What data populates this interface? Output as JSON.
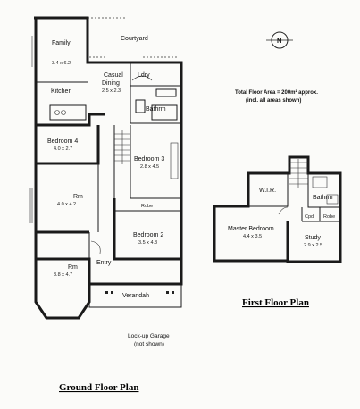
{
  "plans": {
    "ground": {
      "title": "Ground Floor Plan",
      "rooms": {
        "family": {
          "name": "Family",
          "size": "3.4 x 6.2"
        },
        "courtyard": {
          "name": "Courtyard"
        },
        "kitchen": {
          "name": "Kitchen"
        },
        "casual_dining": {
          "name": "Casual\nDining",
          "size": "2.5 x 2.3"
        },
        "laundry": {
          "name": "Ldry"
        },
        "bathroom": {
          "name": "Bathrm"
        },
        "bedroom4": {
          "name": "Bedroom 4",
          "size": "4.0 x 2.7"
        },
        "bedroom3": {
          "name": "Bedroom 3",
          "size": "2.8 x 4.5"
        },
        "rm_upper": {
          "name": "Rm",
          "size": "4.0 x 4.2"
        },
        "robe": {
          "name": "Robe"
        },
        "bedroom2": {
          "name": "Bedroom 2",
          "size": "3.5 x 4.8"
        },
        "rm_lower": {
          "name": "Rm",
          "size": "3.8 x 4.7"
        },
        "entry": {
          "name": "Entry"
        },
        "verandah": {
          "name": "Verandah"
        }
      },
      "garage_note": {
        "line1": "Lock-up Garage",
        "line2": "(not shown)"
      }
    },
    "first": {
      "title": "First Floor Plan",
      "rooms": {
        "wir": {
          "name": "W.I.R."
        },
        "bathroom": {
          "name": "Bathrm"
        },
        "cpd": {
          "name": "Cpd"
        },
        "robe": {
          "name": "Robe"
        },
        "master": {
          "name": "Master Bedroom",
          "size": "4.4 x 3.5"
        },
        "study": {
          "name": "Study",
          "size": "2.9 x 2.5"
        }
      }
    }
  },
  "area_note": {
    "line1": "Total Floor Area = 200m² approx.",
    "line2": "(incl. all areas shown)"
  },
  "compass": {
    "label": "N"
  }
}
